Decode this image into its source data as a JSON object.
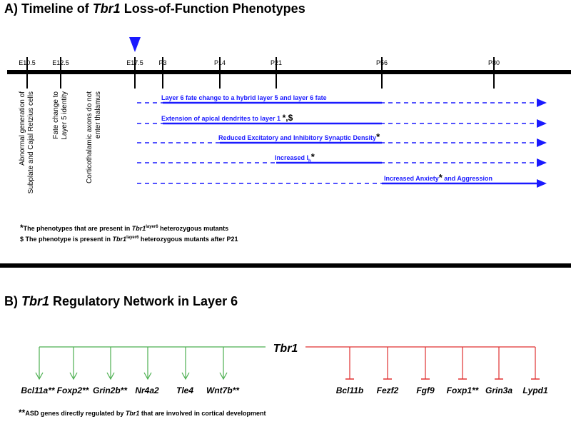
{
  "panel_a": {
    "title_prefix": "A) Timeline of ",
    "title_gene": "Tbr1",
    "title_suffix": " Loss-of-Function Phenotypes",
    "time_points": [
      "E10.5",
      "E12.5",
      "E17.5",
      "P3",
      "P14",
      "P21",
      "P56",
      "P80"
    ],
    "early_phenotypes": [
      [
        "Abnormal generation of",
        "Subplate and Cajal Retzius cells"
      ],
      [
        "Fate change to",
        "Layer 5 identity"
      ],
      [
        "Corticothalamic axons do not",
        "enter thalamus"
      ]
    ],
    "phenotypes": [
      {
        "label": "Layer 6 fate change to a hybrid layer 5 and layer 6 fate",
        "mark": "",
        "label_after": "",
        "sub": "",
        "start": "P3",
        "end": "P56"
      },
      {
        "label": "Extension of apical dendrites to layer 1 ",
        "mark": "*,$",
        "label_after": "",
        "sub": "",
        "start": "P3",
        "end": "P56"
      },
      {
        "label": "Reduced Excitatory and Inhibitory Synaptic Density",
        "mark": "*",
        "label_after": "",
        "sub": "",
        "start": "P14",
        "end": "P56"
      },
      {
        "label": "Increased I",
        "sub": "h",
        "mark": "*",
        "label_after": "",
        "start": "P21",
        "end": "P56"
      },
      {
        "label": "Increased Anxiety",
        "mark": "*",
        "label_after": " and Aggression",
        "sub": "",
        "start": "P56",
        "end": ""
      }
    ],
    "footnote_1": {
      "mark": "*",
      "pre": "The phenotypes that are present in ",
      "gene": "Tbr1",
      "sup": "layer6",
      "post": " heterozygous mutants"
    },
    "footnote_2": {
      "mark": "$",
      "pre": " The phenotype is present in ",
      "gene": "Tbr1",
      "sup": "layer6",
      "post": " heterozygous mutants after P21"
    }
  },
  "panel_b": {
    "title_prefix": "B) ",
    "title_gene": "Tbr1",
    "title_suffix": " Regulatory Network in Layer 6",
    "hub": "Tbr1",
    "activated": [
      "Bcl11a**",
      "Foxp2**",
      "Grin2b**",
      "Nr4a2",
      "Tle4",
      "Wnt7b**"
    ],
    "repressed": [
      "Bcl11b",
      "Fezf2",
      "Fgf9",
      "Foxp1**",
      "Grin3a",
      "Lypd1"
    ],
    "footnote": {
      "mark": "**",
      "pre": "ASD genes directly regulated by ",
      "gene": "Tbr1",
      "post": " that are involved in cortical development"
    }
  },
  "colors": {
    "activation": "#4caf50",
    "repression": "#e03030",
    "timeline_arrow": "#1a1aff",
    "axis": "#000000"
  }
}
